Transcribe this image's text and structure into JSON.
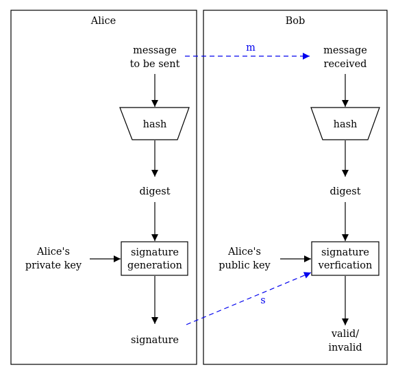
{
  "clusters": {
    "alice": {
      "title": "Alice"
    },
    "bob": {
      "title": "Bob"
    }
  },
  "alice": {
    "message": [
      "message",
      "to be sent"
    ],
    "hash": "hash",
    "digest": "digest",
    "private_key": [
      "Alice's",
      "private key"
    ],
    "sig_gen": [
      "signature",
      "generation"
    ],
    "signature": "signature"
  },
  "bob": {
    "message": [
      "message",
      "received"
    ],
    "hash": "hash",
    "digest": "digest",
    "public_key": [
      "Alice's",
      "public key"
    ],
    "sig_verify": [
      "signature",
      "verfication"
    ],
    "result": [
      "valid/",
      "invalid"
    ]
  },
  "edges": {
    "message_label": "m",
    "signature_label": "s"
  },
  "colors": {
    "dashed_edge": "#0000ee",
    "stroke": "#000000",
    "background": "#ffffff"
  }
}
